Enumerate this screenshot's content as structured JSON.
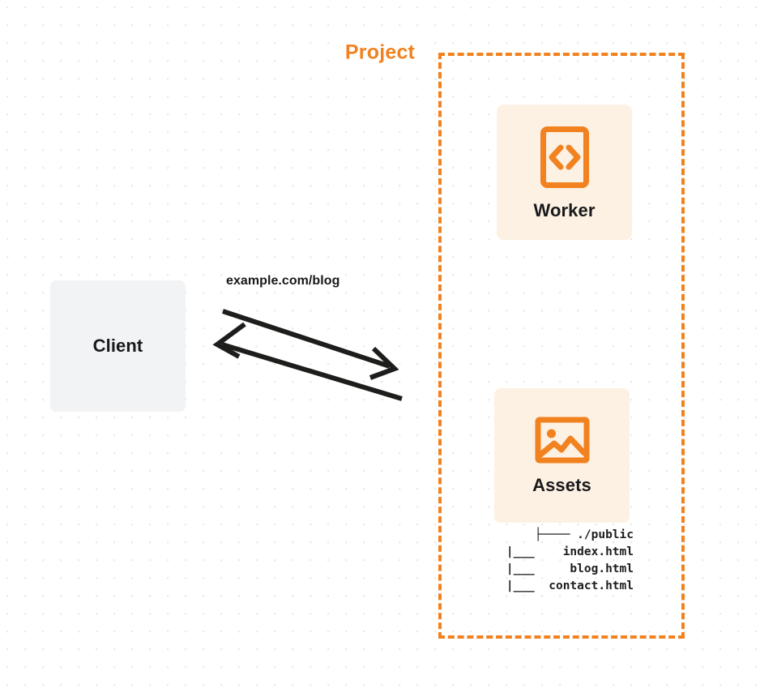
{
  "diagram": {
    "title": "Project",
    "background": "dot-grid",
    "colors": {
      "accent_orange": "#f2821f",
      "card_background": "#fdf1e3",
      "client_background": "#f2f3f4",
      "text_dark": "#18191b",
      "grid_dot": "#ebebeb"
    }
  },
  "client": {
    "label": "Client",
    "icon": "none"
  },
  "connector": {
    "label": "example.com/blog",
    "direction": "bidirectional",
    "stroke_color": "#1d1d1b"
  },
  "project": {
    "label": "Project",
    "border_style": "dashed",
    "services": [
      {
        "id": "worker",
        "label": "Worker",
        "icon": "code-brackets-icon"
      },
      {
        "id": "assets",
        "label": "Assets",
        "icon": "image-icon"
      }
    ]
  },
  "assets_tree": {
    "lines": [
      "├──── ./public",
      "|___    index.html",
      "|___     blog.html",
      "|___  contact.html"
    ],
    "text": "├──── ./public\n|___    index.html\n|___     blog.html\n|___  contact.html"
  }
}
